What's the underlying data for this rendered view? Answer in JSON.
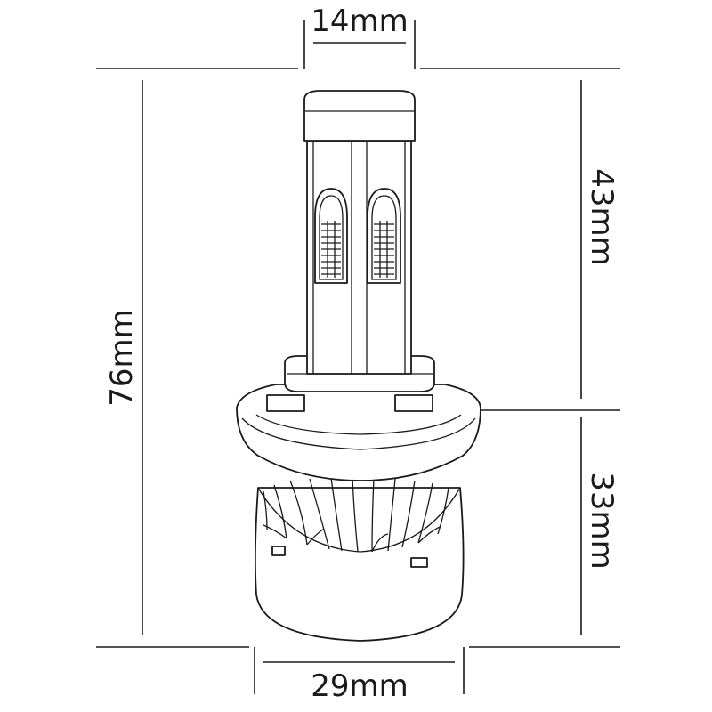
{
  "dimensions": {
    "top_width": "14mm",
    "total_height": "76mm",
    "upper_height": "43mm",
    "lower_height": "33mm",
    "bottom_width": "29mm"
  },
  "colors": {
    "line": "#1a1a1a",
    "background": "#ffffff"
  }
}
